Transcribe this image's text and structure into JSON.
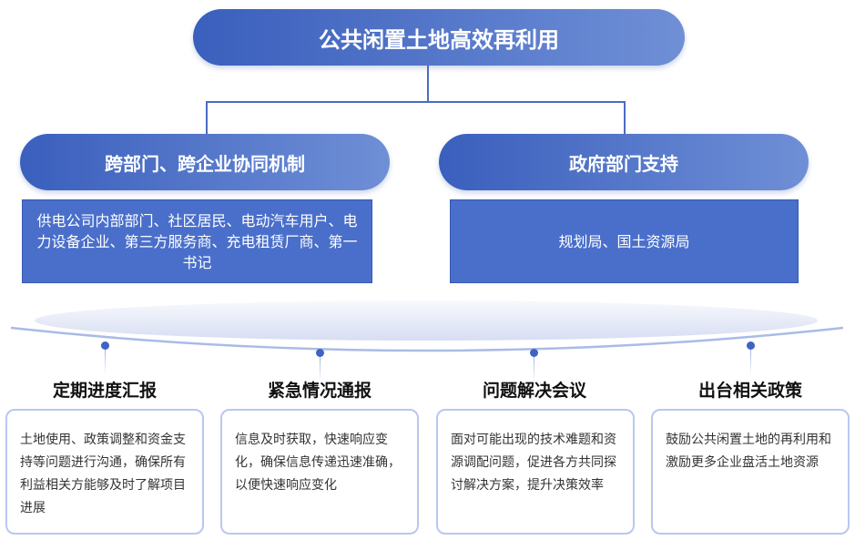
{
  "title": "公共闲置土地高效再利用",
  "branches": [
    {
      "label": "跨部门、跨企业协同机制",
      "detail": "供电公司内部部门、社区居民、电动汽车用户、电力设备企业、第三方服务商、充电租赁厂商、第一书记"
    },
    {
      "label": "政府部门支持",
      "detail": "规划局、国土资源局"
    }
  ],
  "items": [
    {
      "title": "定期进度汇报",
      "text": "土地使用、政策调整和资金支持等问题进行沟通，确保所有利益相关方能够及时了解项目进展"
    },
    {
      "title": "紧急情况通报",
      "text": "信息及时获取，快速响应变化，确保信息传递迅速准确，以便快速响应变化"
    },
    {
      "title": "问题解决会议",
      "text": "面对可能出现的技术难题和资源调配问题，促进各方共同探讨解决方案，提升决策效率"
    },
    {
      "title": "出台相关政策",
      "text": "鼓励公共闲置土地的再利用和激励更多企业盘活土地资源"
    }
  ]
}
